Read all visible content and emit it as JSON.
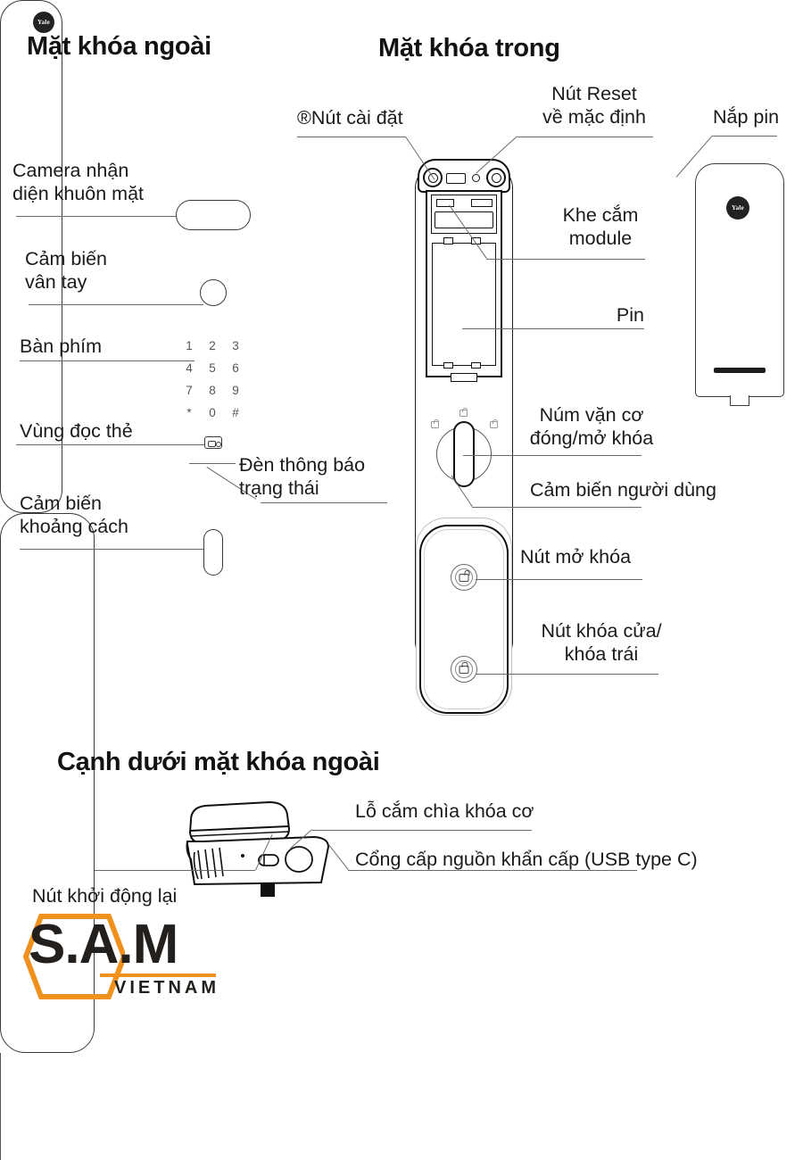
{
  "sections": {
    "outer_face_title": "Mặt khóa ngoài",
    "inner_face_title": "Mặt khóa trong",
    "bottom_edge_title": "Cạnh dưới mặt khóa ngoài"
  },
  "brand": {
    "device_logo": "Yale",
    "logo_main": "S.A.M",
    "logo_sub": "VIETNAM",
    "logo_accent": "#f0911e",
    "logo_dark": "#221f1c"
  },
  "outer_labels": {
    "camera": "Camera nhận\ndiện khuôn mặt",
    "fingerprint": "Cảm biến\nvân tay",
    "keypad": "Bàn phím",
    "card_reader": "Vùng đọc thẻ",
    "status_light": "Đèn thông báo\ntrạng thái",
    "proximity": "Cảm biến\nkhoảng cách"
  },
  "inner_labels": {
    "settings_button": "®Nút cài đặt",
    "reset_button": "Nút Reset\nvề mặc định",
    "battery_cover": "Nắp pin",
    "module_slot": "Khe cắm\nmodule",
    "battery": "Pin",
    "mech_knob": "Núm vặn cơ\nđóng/mở khóa",
    "user_sensor": "Cảm biến người dùng",
    "unlock_button": "Nút mở khóa",
    "lock_button": "Nút khóa cửa/\nkhóa trái"
  },
  "bottom_labels": {
    "key_hole": "Lỗ cắm chìa khóa cơ",
    "usb_port": "Cổng cấp nguồn khẩn cấp (USB type C)",
    "restart_button": "Nút khởi động lại"
  },
  "keypad_keys": [
    "1",
    "2",
    "3",
    "4",
    "5",
    "6",
    "7",
    "8",
    "9",
    "*",
    "0",
    "#"
  ]
}
